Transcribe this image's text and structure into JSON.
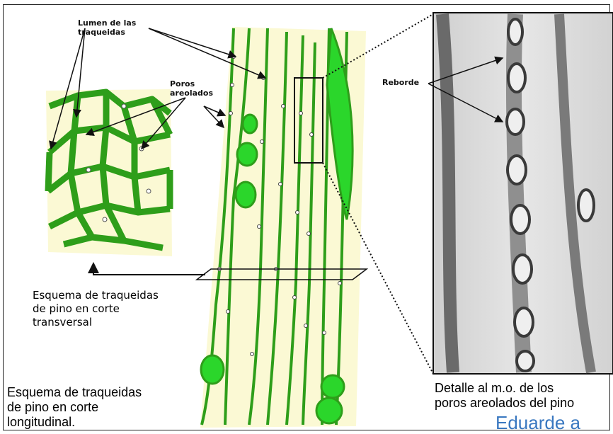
{
  "labels": {
    "lumen": "Lumen de las\ntraqueidas",
    "poros": "Poros\nareolados",
    "reborde": "Reborde",
    "transversal": "Esquema de traqueidas\nde pino en corte\ntransversal",
    "longitudinal": "Esquema de traqueidas\nde pino en corte\nlongitudinal.",
    "micro": "Detalle al m.o. de los\nporos areolados del pino",
    "footer": "Eduarde a"
  },
  "colors": {
    "wall_green": "#2e9e1a",
    "bright_green": "#2bd62b",
    "cell_fill": "#fbf9d4",
    "micro_bg": "#d9d9d9",
    "footer_blue": "#3a78c0"
  }
}
